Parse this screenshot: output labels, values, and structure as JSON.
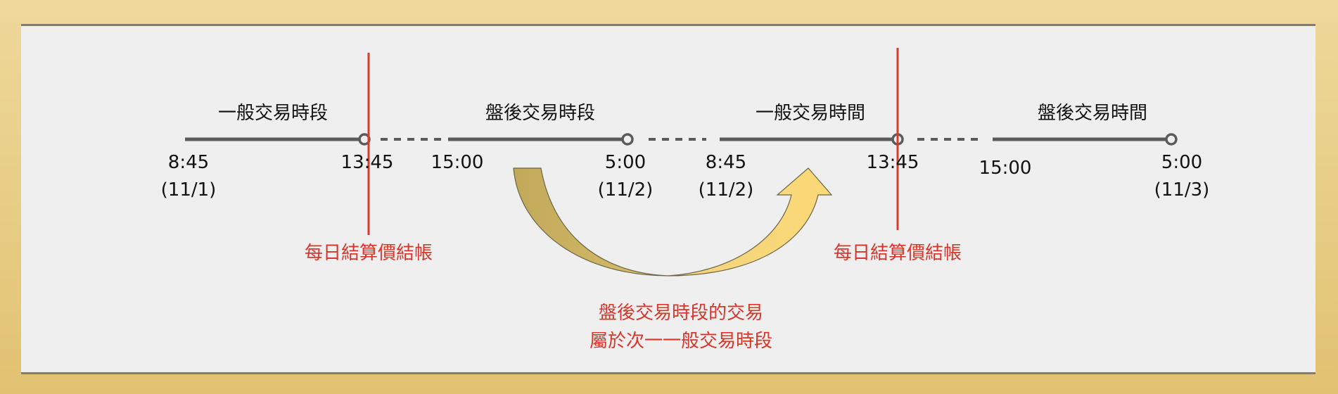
{
  "colors": {
    "timeline": "#5b5b5b",
    "settlement_line": "#d93a2e",
    "label_red": "#d8352b",
    "arrow_left": "#c4ad5e",
    "arrow_right": "#f8d678"
  },
  "sessions": [
    {
      "label": "一般交易時段",
      "start": "8:45",
      "start_date": "(11/1)",
      "end": "13:45",
      "end_date": ""
    },
    {
      "label": "盤後交易時段",
      "start": "15:00",
      "start_date": "",
      "end": "5:00",
      "end_date": "(11/2)"
    },
    {
      "label": "一般交易時間",
      "start": "8:45",
      "start_date": "(11/2)",
      "end": "13:45",
      "end_date": ""
    },
    {
      "label": "盤後交易時間",
      "start": "15:00",
      "start_date": "",
      "end": "5:00",
      "end_date": "(11/3)"
    }
  ],
  "settlement_labels": [
    "每日結算價結帳",
    "每日結算價結帳"
  ],
  "note": {
    "line1": "盤後交易時段的交易",
    "line2": "屬於次一一般交易時段"
  }
}
